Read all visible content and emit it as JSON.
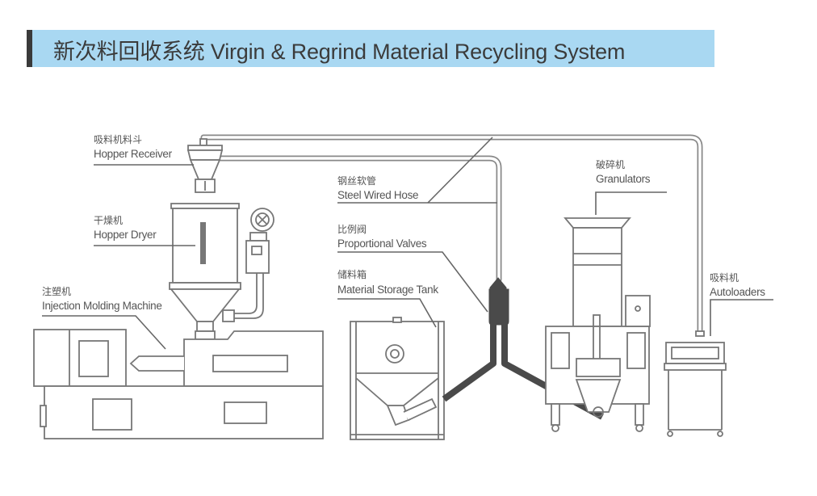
{
  "header": {
    "title": "新次料回收系统 Virgin & Regrind Material Recycling System",
    "bar_color": "#a9d8f2",
    "accent_color": "#3a3a3a"
  },
  "labels": {
    "hopper_receiver": {
      "cn": "吸料机料斗",
      "en": "Hopper Receiver"
    },
    "hopper_dryer": {
      "cn": "干燥机",
      "en": "Hopper Dryer"
    },
    "injection_molding": {
      "cn": "注塑机",
      "en": "Injection Molding Machine"
    },
    "steel_hose": {
      "cn": "钢丝软管",
      "en": "Steel Wired Hose"
    },
    "proportional_valves": {
      "cn": "比例阀",
      "en": "Proportional Valves"
    },
    "storage_tank": {
      "cn": "储料箱",
      "en": "Material Storage Tank"
    },
    "granulators": {
      "cn": "破碎机",
      "en": "Granulators"
    },
    "autoloaders": {
      "cn": "吸料机",
      "en": "Autoloaders"
    }
  }
}
